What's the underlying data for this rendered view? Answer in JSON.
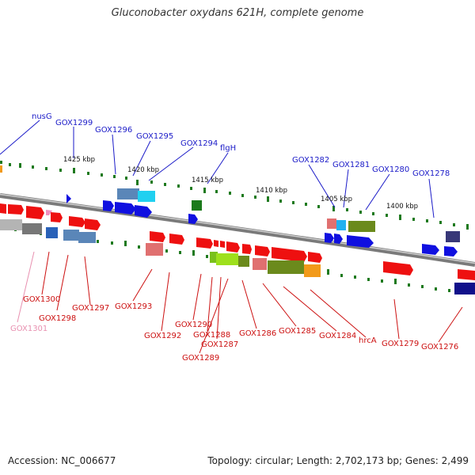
{
  "title": "Gluconobacter oxydans 621H, complete genome",
  "footer": {
    "accession": "Accession: NC_006677",
    "info": "Topology: circular; Length: 2,702,173 bp; Genes: 2,499"
  },
  "scale_labels": [
    "1425 kbp",
    "1420 kbp",
    "1415 kbp",
    "1410 kbp",
    "1405 kbp",
    "1400 kbp"
  ],
  "upper_gene_labels": [
    "nusG",
    "GOX1299",
    "GOX1296",
    "GOX1295",
    "GOX1294",
    "flgH",
    "GOX1282",
    "GOX1281",
    "GOX1280",
    "GOX1278"
  ],
  "lower_gene_labels": [
    "GOX1300",
    "GOX1301",
    "GOX1298",
    "GOX1297",
    "GOX1293",
    "GOX1292",
    "GOX1290",
    "GOX1288",
    "GOX1287",
    "GOX1289",
    "GOX1286",
    "GOX1285",
    "GOX1284",
    "hrcA",
    "GOX1279",
    "GOX1276"
  ],
  "colors": {
    "upper_label": "#1a1ac8",
    "lower_label": "#cc1010",
    "faded_label": "#e890b0",
    "backbone": "#888888",
    "tick": "#1f7a1f"
  }
}
